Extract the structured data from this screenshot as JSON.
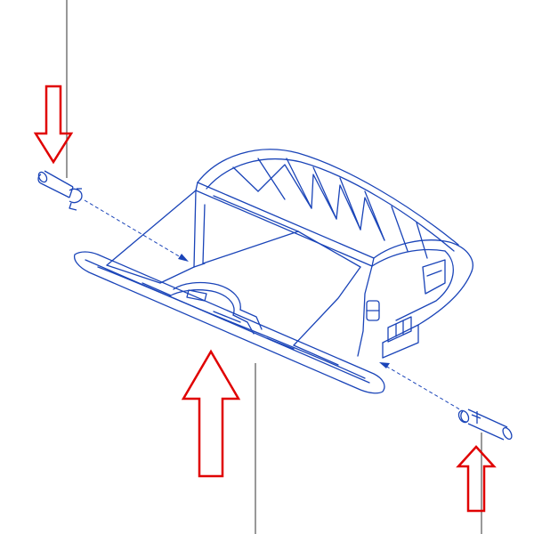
{
  "figure": {
    "kind": "exploded parts diagram",
    "background_color": "#ffffff",
    "part_color": "#1a44b8",
    "arrow_color": "#e00000",
    "leader_color": "#555555"
  },
  "parts": [
    {
      "id": "glove-box",
      "icon": "glove-box-icon"
    },
    {
      "id": "pin-left",
      "icon": "pin-icon"
    },
    {
      "id": "pin-right",
      "icon": "pin-icon"
    }
  ],
  "arrows": [
    {
      "id": "arrow-left",
      "direction": "down",
      "icon": "arrow-down-icon"
    },
    {
      "id": "arrow-center",
      "direction": "up",
      "icon": "arrow-up-icon"
    },
    {
      "id": "arrow-right",
      "direction": "up",
      "icon": "arrow-up-icon"
    }
  ]
}
